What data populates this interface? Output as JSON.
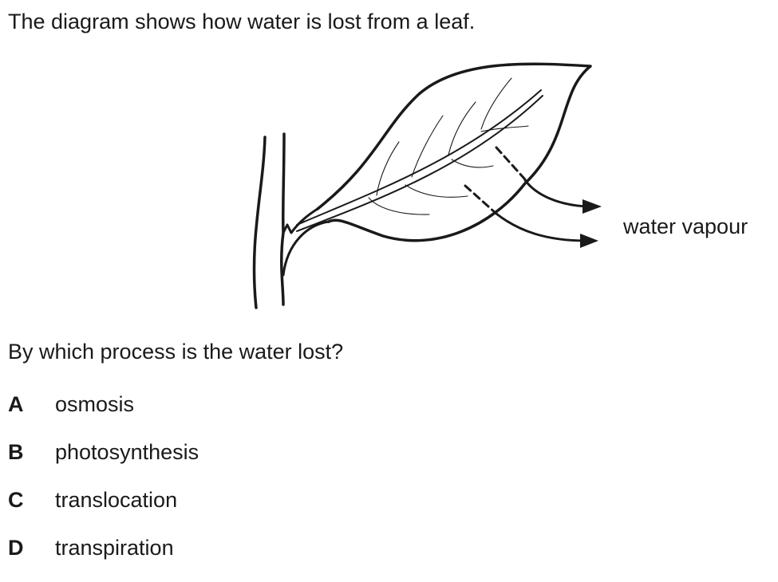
{
  "question": {
    "intro": "The diagram shows how water is lost from a leaf.",
    "prompt": "By which process is the water lost?"
  },
  "diagram": {
    "label": "water vapour",
    "stroke_color": "#1a1a1a"
  },
  "options": [
    {
      "letter": "A",
      "text": "osmosis"
    },
    {
      "letter": "B",
      "text": "photosynthesis"
    },
    {
      "letter": "C",
      "text": "translocation"
    },
    {
      "letter": "D",
      "text": "transpiration"
    }
  ]
}
